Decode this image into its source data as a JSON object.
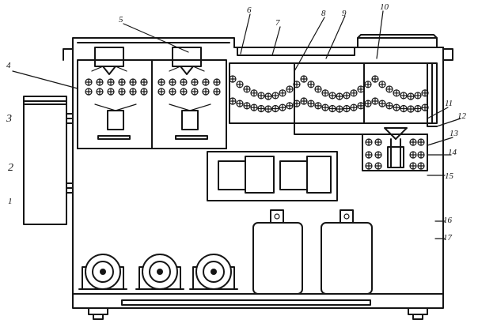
{
  "labels": {
    "l1": "1",
    "l2": "2",
    "l3": "3",
    "l4": "4",
    "l5": "5",
    "l6": "6",
    "l7": "7",
    "l8": "8",
    "l9": "9",
    "l10": "10",
    "l11": "11",
    "l12": "12",
    "l13": "13",
    "l14": "14",
    "l15": "15",
    "l16": "16",
    "l17": "17"
  },
  "colors": {
    "ink": "#151515",
    "paper": "#ffffff"
  }
}
